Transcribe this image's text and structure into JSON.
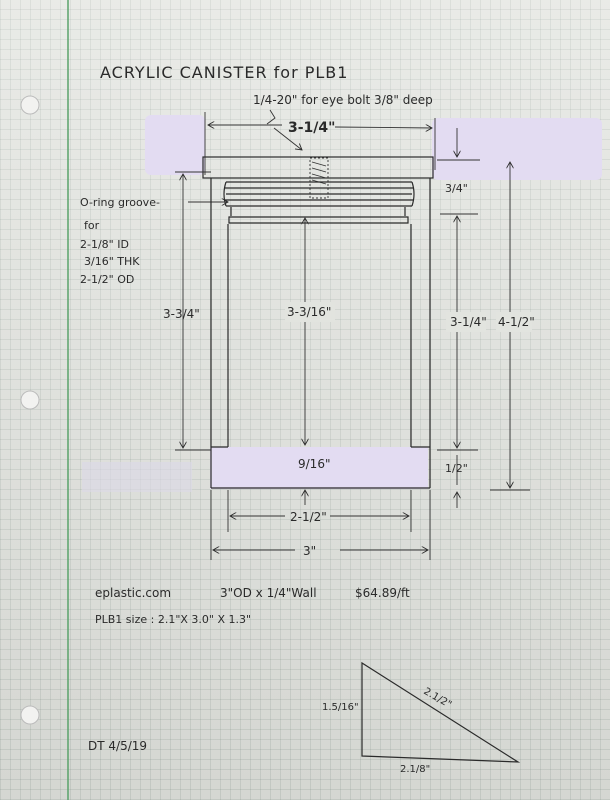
{
  "title": "ACRYLIC CANISTER  for PLB1",
  "eye_bolt_note": "1/4-20\" for eye bolt 3/8\" deep",
  "dimensions": {
    "cap_width": "3-1/4\"",
    "cap_height": "3/4\"",
    "body_outer_height": "3-3/4\"",
    "body_inner_height": "3-3/16\"",
    "right_body_height": "3-1/4\"",
    "total_height": "4-1/2\"",
    "bottom_thickness": "1/2\"",
    "bottom_inner": "9/16\"",
    "inner_diameter": "2-1/2\"",
    "outer_diameter": "3\""
  },
  "oring_note": [
    "O-ring groove-",
    "for",
    "2-1/8\" ID",
    "3/16\" THK",
    "2-1/2\" OD"
  ],
  "supplier_line": {
    "site": "eplastic.com",
    "tube": "3\"OD x 1/4\"Wall",
    "price": "$64.89/ft"
  },
  "plb_size": "PLB1 size :  2.1\"X 3.0\" X 1.3\"",
  "triangle": {
    "height": "1.5/16\"",
    "hypotenuse": "2.1/2\"",
    "base": "2.1/8\""
  },
  "signature": "DT  4/5/19",
  "colors": {
    "ink": "#2a2a2a",
    "margin": "#5aa36b",
    "highlight": "#e3dcf2"
  }
}
